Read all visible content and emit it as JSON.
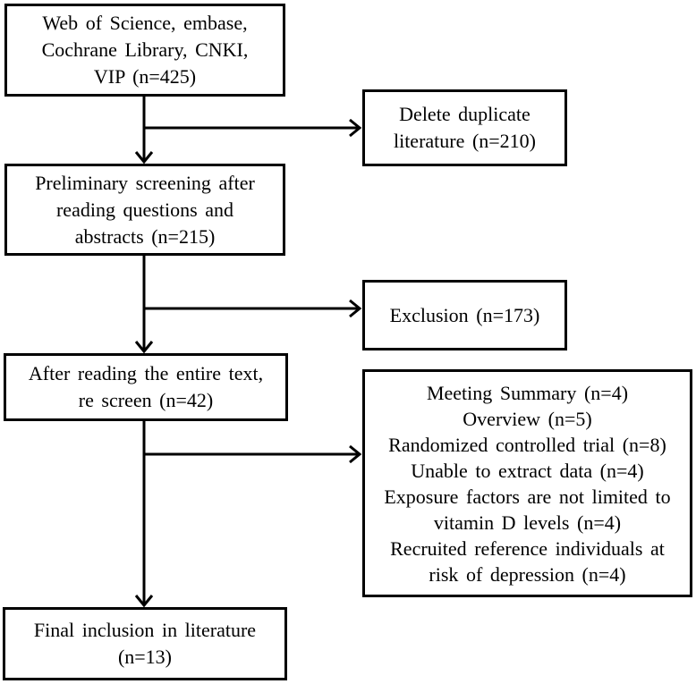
{
  "diagram": {
    "type": "flowchart",
    "colors": {
      "background": "#ffffff",
      "box_border": "#000000",
      "text": "#000000",
      "line": "#000000"
    },
    "boxes": {
      "sources": {
        "lines": [
          "Web of Science, embase,",
          "Cochrane Library, CNKI,",
          "VIP (n=425)"
        ],
        "n": 425
      },
      "delete_duplicates": {
        "lines": [
          "Delete duplicate",
          "literature (n=210)"
        ],
        "n": 210
      },
      "preliminary_screening": {
        "lines": [
          "Preliminary screening after",
          "reading questions and",
          "abstracts (n=215)"
        ],
        "n": 215
      },
      "exclusion": {
        "lines": [
          "Exclusion (n=173)"
        ],
        "n": 173
      },
      "full_text_screening": {
        "lines": [
          "After reading the entire text,",
          "re screen (n=42)"
        ],
        "n": 42
      },
      "exclusion_reasons": {
        "lines": [
          "Meeting Summary (n=4)",
          "Overview (n=5)",
          "Randomized controlled trial (n=8)",
          "Unable to extract data (n=4)",
          "Exposure factors are not limited to",
          "vitamin D levels (n=4)",
          "Recruited reference individuals at",
          "risk of depression (n=4)"
        ]
      },
      "final_inclusion": {
        "lines": [
          "Final inclusion in literature",
          "(n=13)"
        ],
        "n": 13
      }
    },
    "arrows": [
      {
        "from": "sources",
        "to": "preliminary_screening",
        "direction": "down"
      },
      {
        "from": "sources-branch",
        "to": "delete_duplicates",
        "direction": "right"
      },
      {
        "from": "preliminary_screening",
        "to": "full_text_screening",
        "direction": "down"
      },
      {
        "from": "preliminary-branch",
        "to": "exclusion",
        "direction": "right"
      },
      {
        "from": "full_text_screening",
        "to": "final_inclusion",
        "direction": "down"
      },
      {
        "from": "fulltext-branch",
        "to": "exclusion_reasons",
        "direction": "right"
      }
    ]
  }
}
